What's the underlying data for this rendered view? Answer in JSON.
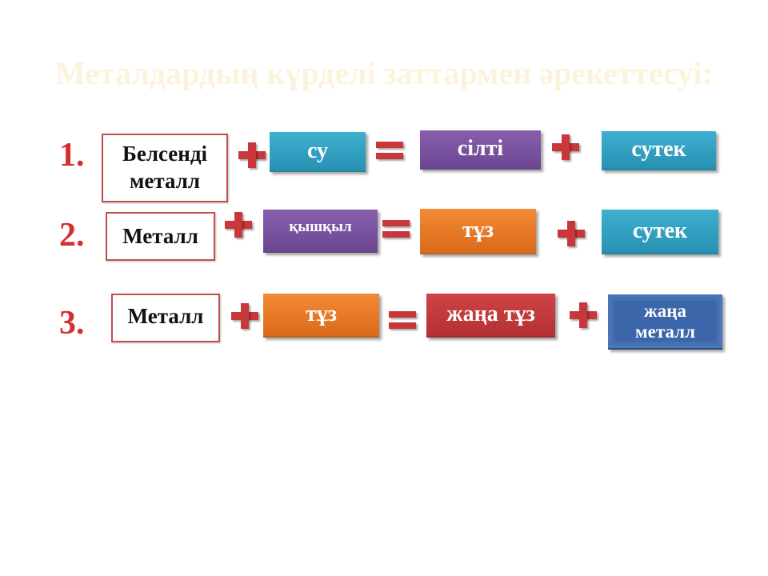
{
  "title": "Металдардың күрделі заттармен әрекеттесуі:",
  "rows": [
    {
      "number": "1.",
      "reactant": "Белсенді металл",
      "reagent": "су",
      "product1": "сілті",
      "product2": "сутек"
    },
    {
      "number": "2.",
      "reactant": "Металл",
      "reagent": "қышқыл",
      "product1": "тұз",
      "product2": "сутек"
    },
    {
      "number": "3.",
      "reactant": "Металл",
      "reagent": "тұз",
      "product1": "жаңа тұз",
      "product2": "жаңа металл"
    }
  ],
  "colors": {
    "accent": "#c8373a",
    "blue": "#31a0c0",
    "purple": "#7b4fa0",
    "orange": "#e8782a",
    "red": "#c0393b",
    "navy": "#3a64a8"
  }
}
